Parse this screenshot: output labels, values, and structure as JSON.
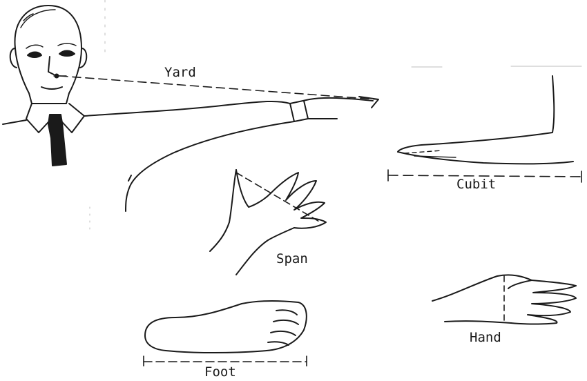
{
  "labels": {
    "yard": "Yard",
    "cubit": "Cubit",
    "span": "Span",
    "hand": "Hand",
    "foot": "Foot"
  },
  "colors": {
    "ink": "#1a1a1a",
    "paper": "#ffffff"
  }
}
